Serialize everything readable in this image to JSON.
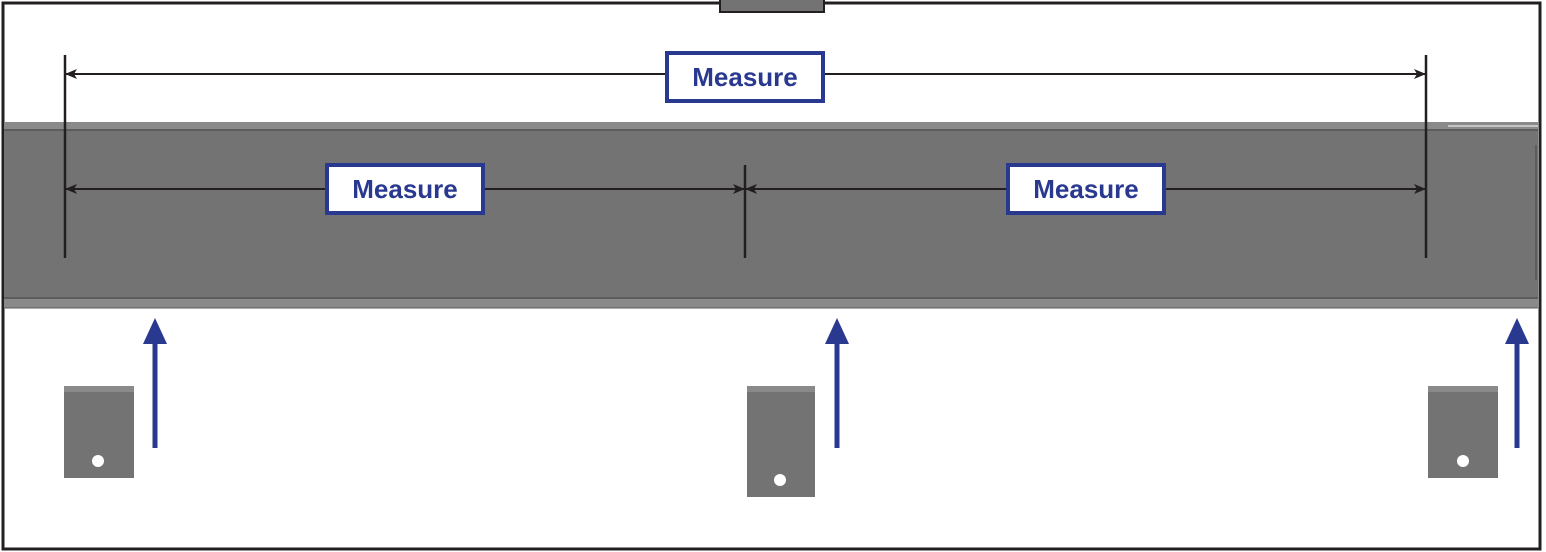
{
  "diagram": {
    "colors": {
      "frame": "#231f20",
      "channel": "#737373",
      "channel_edge": "#5c5c5c",
      "dimension_line": "#231f20",
      "label_border": "#2a3990",
      "label_text": "#2a3990",
      "arrow": "#2a3990",
      "bracket": "#737373",
      "bracket_hole": "#ffffff"
    },
    "measurements": [
      {
        "id": "overall",
        "label": "Measure"
      },
      {
        "id": "left-half",
        "label": "Measure"
      },
      {
        "id": "right-half",
        "label": "Measure"
      }
    ],
    "brackets": [
      {
        "id": "left"
      },
      {
        "id": "center"
      },
      {
        "id": "right"
      }
    ],
    "insert_arrows": [
      {
        "id": "left"
      },
      {
        "id": "center"
      },
      {
        "id": "right"
      }
    ]
  }
}
